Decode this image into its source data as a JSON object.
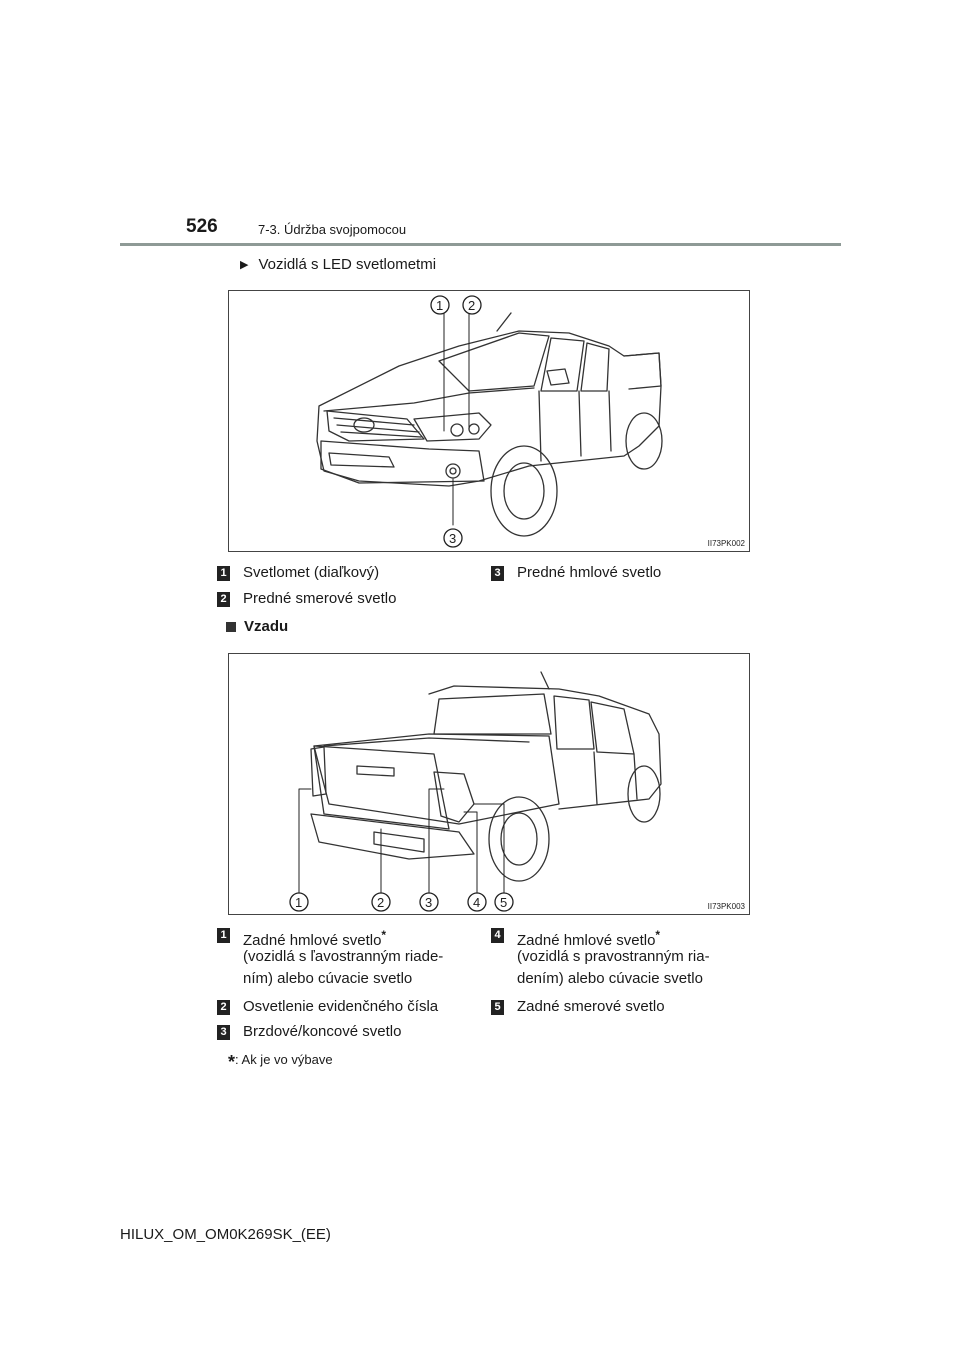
{
  "header": {
    "page_number": "526",
    "section": "7-3. Údržba svojpomocou"
  },
  "section_front": {
    "heading": "Vozidlá s LED svetlometmi",
    "figure_code": "II73PK002",
    "callouts": [
      "1",
      "2",
      "3"
    ],
    "legend": [
      {
        "num": "1",
        "text": "Svetlomet (diaľkový)"
      },
      {
        "num": "2",
        "text": "Predné smerové svetlo"
      },
      {
        "num": "3",
        "text": "Predné hmlové svetlo"
      }
    ]
  },
  "section_rear": {
    "heading": "Vzadu",
    "figure_code": "II73PK003",
    "callouts": [
      "1",
      "2",
      "3",
      "4",
      "5"
    ],
    "legend": [
      {
        "num": "1",
        "line1": "Zadné hmlové svetlo",
        "star": "*",
        "line2": "(vozidlá s ľavostranným riade-",
        "line3": "ním) alebo cúvacie svetlo"
      },
      {
        "num": "2",
        "text": "Osvetlenie evidenčného čísla"
      },
      {
        "num": "3",
        "text": "Brzdové/koncové svetlo"
      },
      {
        "num": "4",
        "line1": "Zadné hmlové svetlo",
        "star": "*",
        "line2": "(vozidlá s pravostranným ria-",
        "line3": "dením) alebo cúvacie svetlo"
      },
      {
        "num": "5",
        "text": "Zadné smerové svetlo"
      }
    ]
  },
  "footnote": {
    "star": "*",
    "text": ": Ak je vo výbave"
  },
  "footer": {
    "code": "HILUX_OM_OM0K269SK_(EE)"
  }
}
